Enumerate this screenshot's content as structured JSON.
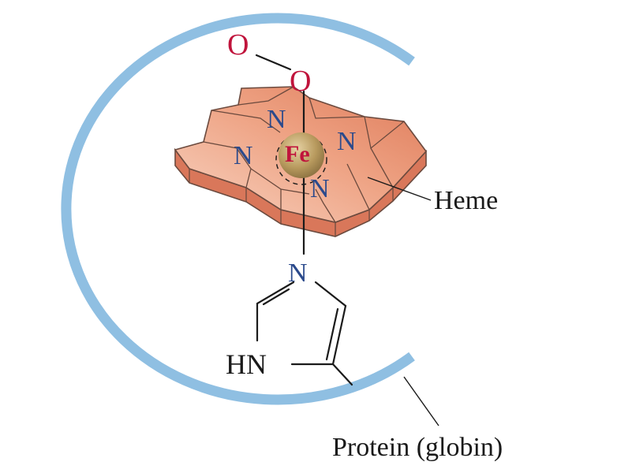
{
  "atoms": {
    "oxygen_outer": "O",
    "oxygen_inner": "O",
    "iron": "Fe",
    "nitrogen_top": "N",
    "nitrogen_left": "N",
    "nitrogen_right": "N",
    "nitrogen_bottom": "N",
    "histidine_nitrogen": "N",
    "histidine_nh": "HN"
  },
  "labels": {
    "heme": "Heme",
    "protein": "Protein (globin)"
  },
  "colors": {
    "globin_arc": "#8fbfe2",
    "heme_top": "#e8987a",
    "heme_side": "#d9775a",
    "heme_edge": "#6b4a3e",
    "iron_sphere": "#b89a5e",
    "nitrogen": "#2b4a8c",
    "oxygen": "#c0143c"
  }
}
